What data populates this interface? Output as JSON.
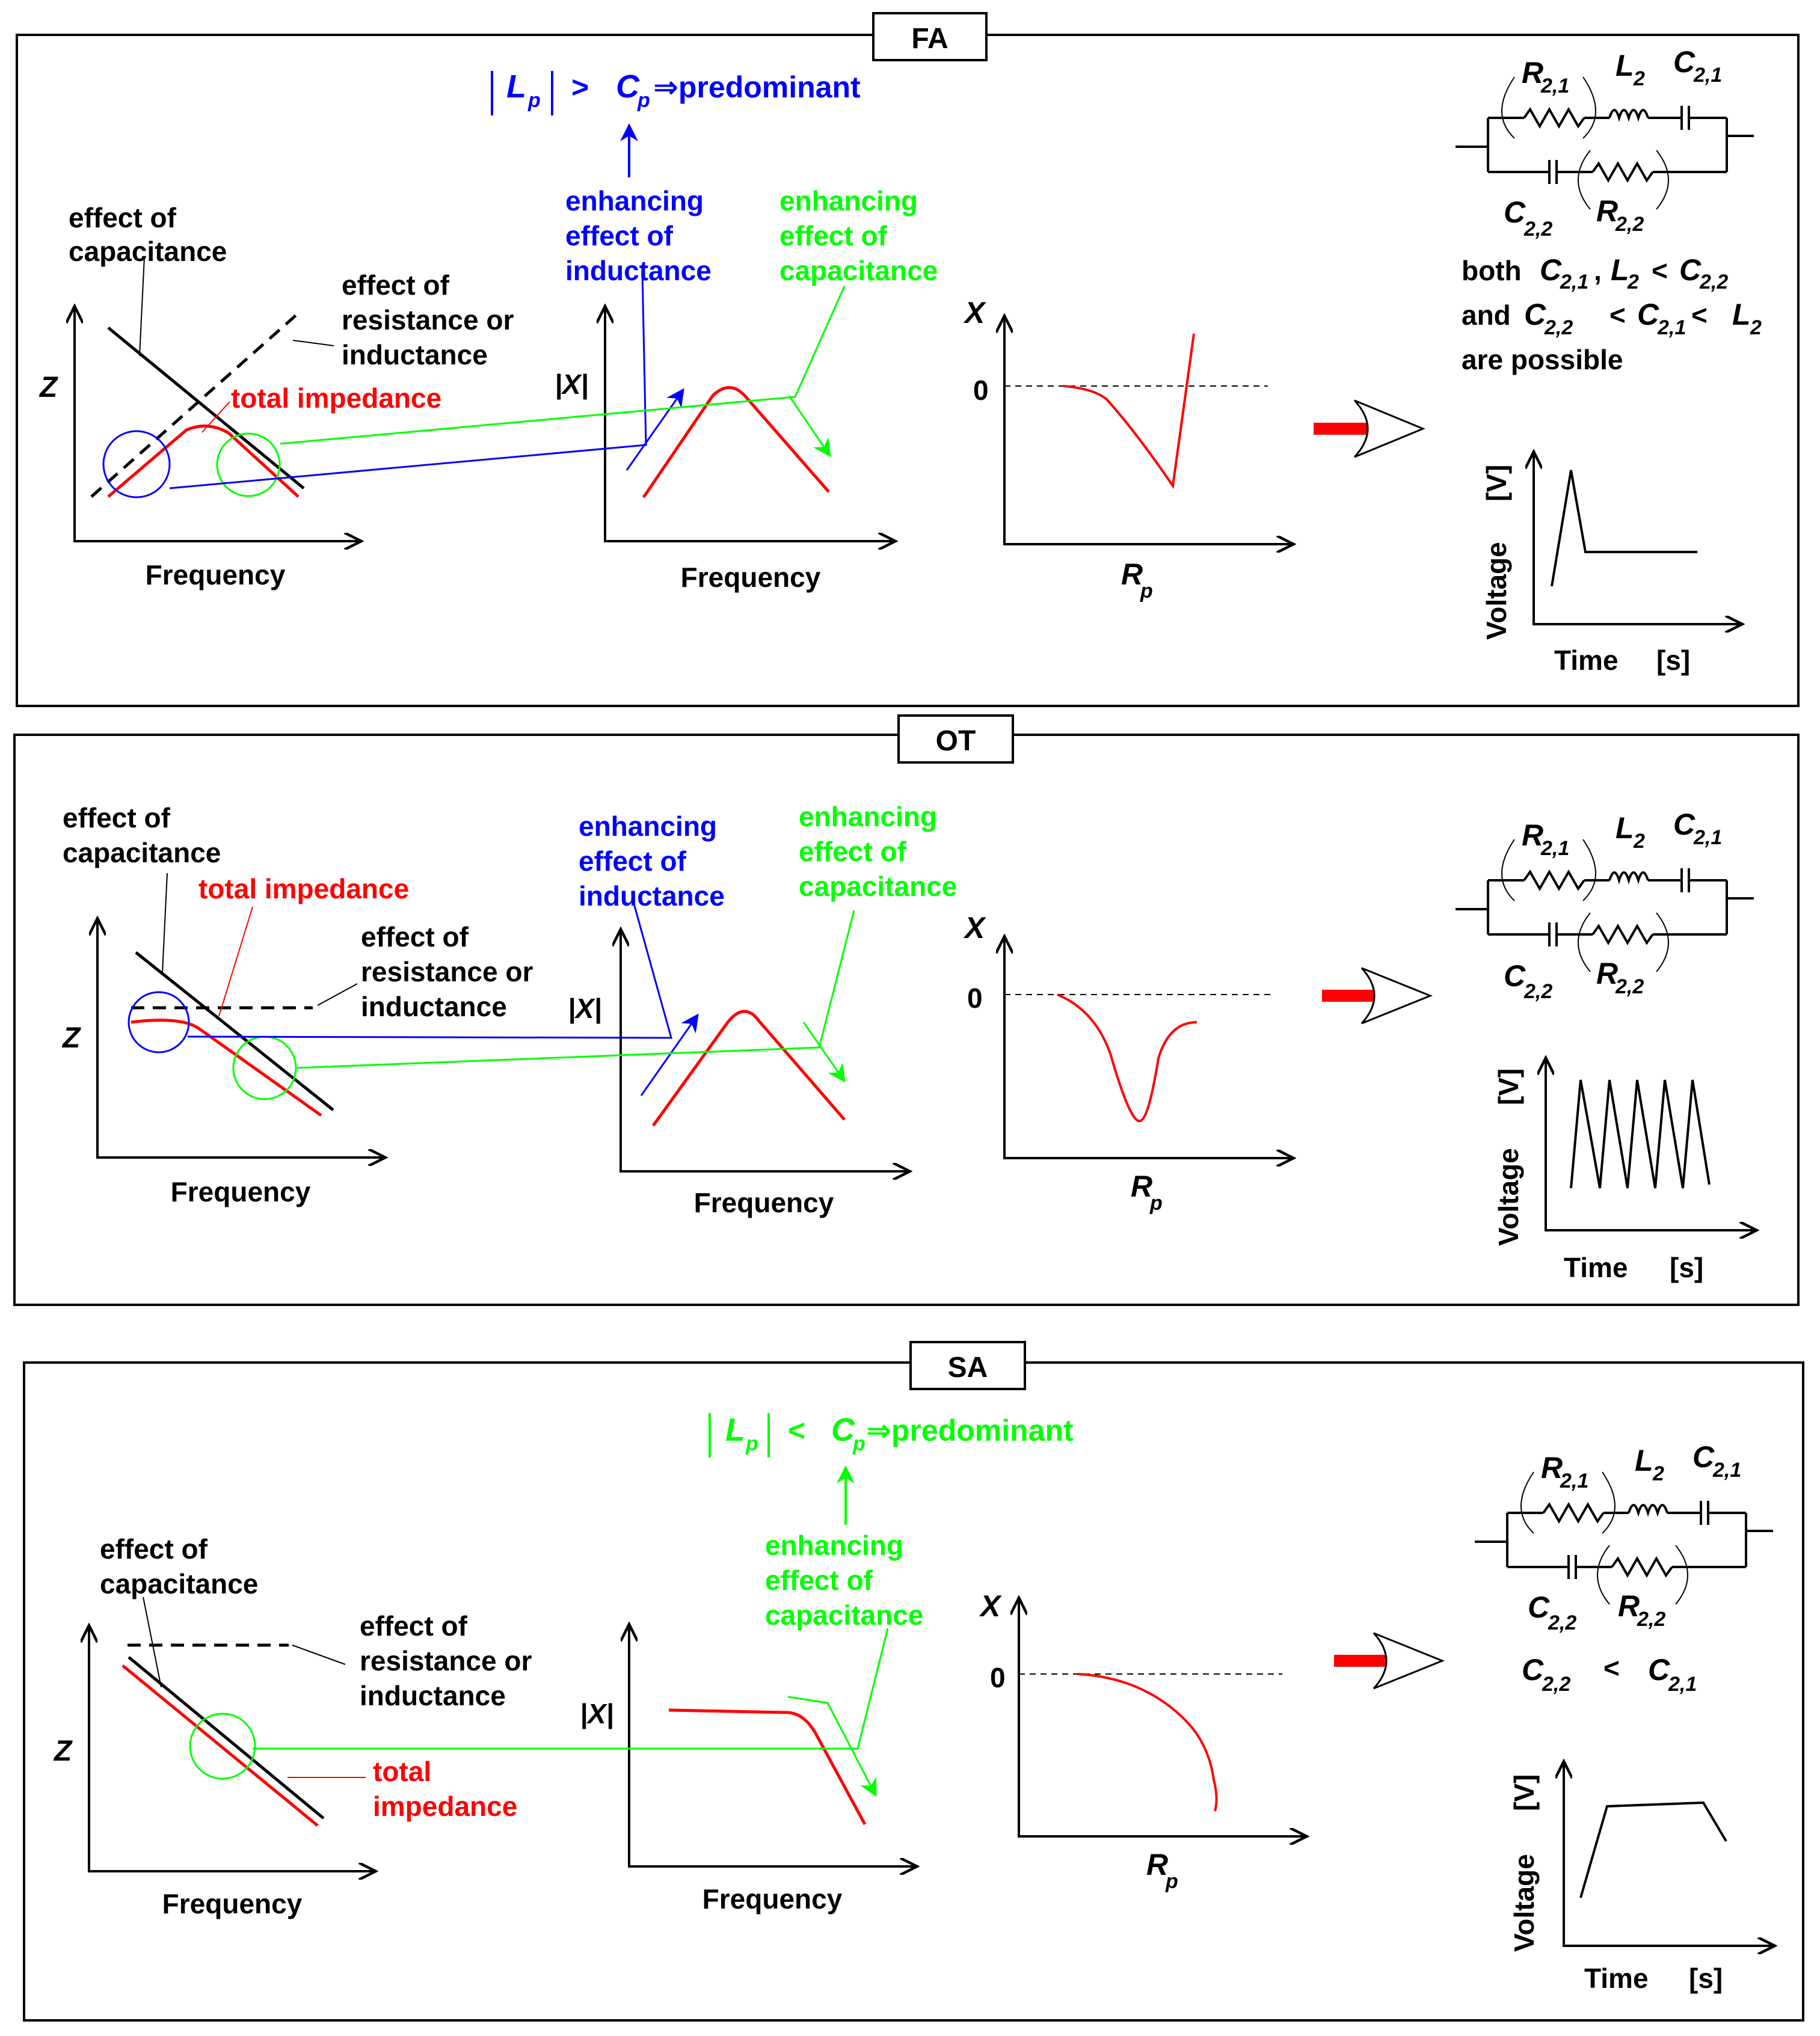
{
  "colors": {
    "black": "#000000",
    "red": "#ff0000",
    "blue": "#0000ff",
    "green": "#00ff00",
    "arrow_fill": "#ff0000"
  },
  "common": {
    "z_axis": "Z",
    "x_abs_axis": "|X|",
    "x_axis": "X",
    "zero": "0",
    "frequency": "Frequency",
    "rp": "R",
    "rp_sub": "p",
    "voltage": "Voltage",
    "voltage_unit": "[V]",
    "time": "Time",
    "time_unit": "[s]",
    "effect_capacitance": [
      "effect of",
      "capacitance"
    ],
    "effect_resistance": [
      "effect of",
      "resistance or",
      "inductance"
    ],
    "total_impedance": "total impedance",
    "total_impedance_2line": [
      "total",
      "impedance"
    ],
    "enh_inductance": [
      "enhancing",
      "effect of",
      "inductance"
    ],
    "enh_capacitance": [
      "enhancing",
      "effect of",
      "capacitance"
    ],
    "circuit": {
      "R21": "R",
      "R21_sub": "2,1",
      "L2": "L",
      "L2_sub": "2",
      "C21": "C",
      "C21_sub": "2,1",
      "C22": "C",
      "C22_sub": "2,2",
      "R22": "R",
      "R22_sub": "2,2"
    }
  },
  "panels": [
    {
      "id": "FA",
      "title": "FA",
      "predominant": {
        "lp": "L",
        "lp_sub": "p",
        "op": ">",
        "cp": "C",
        "cp_sub": "p",
        "suffix": "⇒predominant"
      },
      "condition_lines": {
        "line1_prefix": "both",
        "line2_prefix": "and",
        "line3": "are possible",
        "c21": "C",
        "c21_sub": "2,1",
        "l2": "L",
        "l2_sub": "2",
        "c22": "C",
        "c22_sub": "2,2",
        "lt": "<",
        "comma": ","
      },
      "voltage_waveform": "spike then flat"
    },
    {
      "id": "OT",
      "title": "OT",
      "voltage_waveform": "sawtooth oscillation"
    },
    {
      "id": "SA",
      "title": "SA",
      "predominant": {
        "lp": "L",
        "lp_sub": "p",
        "op": "<",
        "cp": "C",
        "cp_sub": "p",
        "suffix": "⇒predominant"
      },
      "condition": {
        "c22": "C",
        "c22_sub": "2,2",
        "lt": "<",
        "c21": "C",
        "c21_sub": "2,1"
      },
      "voltage_waveform": "rise, plateau, fall"
    }
  ]
}
